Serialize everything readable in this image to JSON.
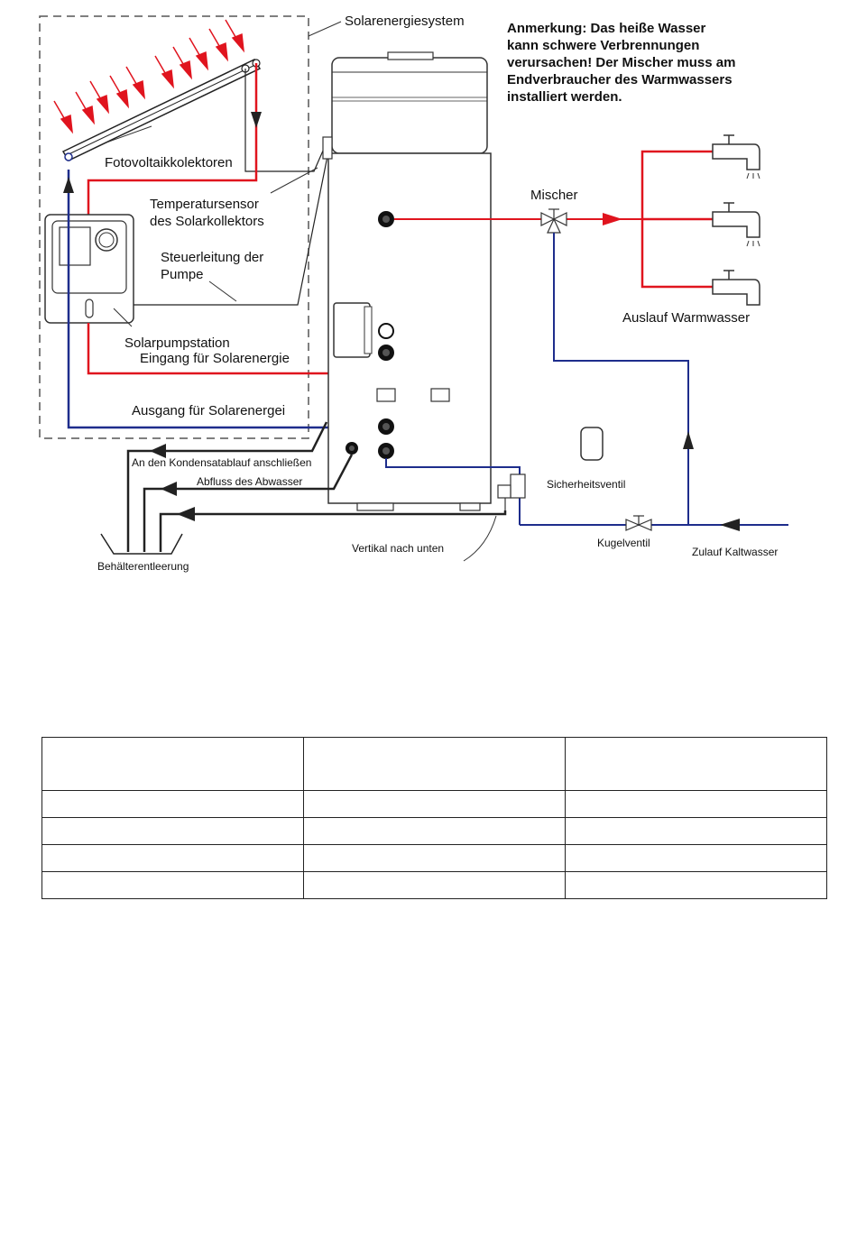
{
  "labels": {
    "solar_system": "Solarenergiesystem",
    "note_lines": [
      "Anmerkung: Das heiße Wasser",
      "kann schwere Verbrennungen",
      "verursachen! Der Mischer muss am",
      "Endverbraucher des Warmwassers",
      "installiert werden."
    ],
    "pv_collectors": "Fotovoltaikkolektoren",
    "temp_sensor_1": "Temperatursensor",
    "temp_sensor_2": "des Solarkollektors",
    "control_line_1": "Steuerleitung der",
    "control_line_2": "Pumpe",
    "pump_station": "Solarpumpstation",
    "solar_inlet": "Eingang für Solarenergie",
    "solar_outlet": "Ausgang für Solarenergei",
    "condensate": "An den Kondensatablauf anschließen",
    "waste_drain": "Abfluss des Abwasser",
    "tank_drain": "Behälterentleerung",
    "vertical_down": "Vertikal nach unten",
    "mixer": "Mischer",
    "hot_outlet": "Auslauf Warmwasser",
    "safety_valve": "Sicherheitsventil",
    "ball_valve": "Kugelventil",
    "cold_inlet": "Zulauf Kaltwasser"
  },
  "colors": {
    "hot": "#e0141e",
    "cold": "#1e2d8c",
    "line": "#222222"
  },
  "table": {
    "header": [
      "",
      "",
      ""
    ],
    "rows": [
      [
        "",
        "",
        ""
      ],
      [
        "",
        "",
        ""
      ],
      [
        "",
        "",
        ""
      ],
      [
        "",
        "",
        ""
      ]
    ]
  }
}
